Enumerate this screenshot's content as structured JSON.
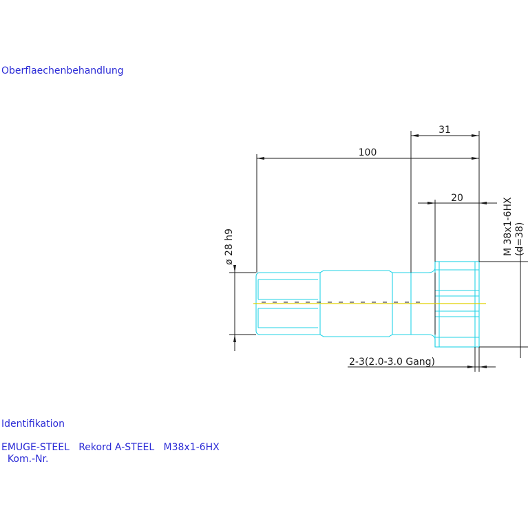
{
  "labels": {
    "surface_treatment": "Oberflaechenbehandlung",
    "identification": "Identifikation",
    "product_line": "EMUGE-STEEL   Rekord A-STEEL   M38x1-6HX",
    "commission_no": "  Kom.-Nr."
  },
  "dimensions": {
    "overall_length": "100",
    "thread_length": "31",
    "head_length": "20",
    "shank_diameter": "ø 28 h9",
    "thread_spec": "M 38x1-6HX",
    "thread_diameter": "(d=38)",
    "chamfer_note": "2-3(2.0-3.0 Gang)"
  },
  "colors": {
    "text": "#2b2bd6",
    "part_outline": "#22d3e6",
    "center_line": "#e0d000",
    "dimension_lines": "#1a1a1a"
  }
}
